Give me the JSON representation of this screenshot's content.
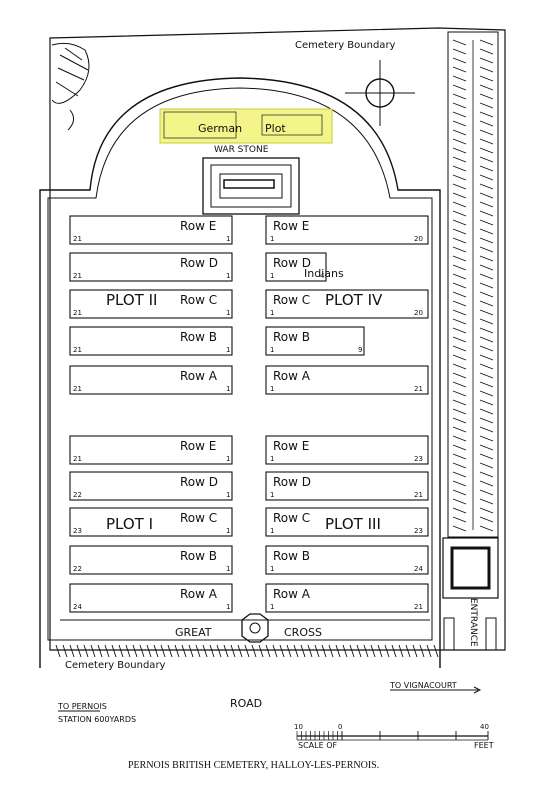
{
  "labels": {
    "cemetery_boundary_top": "Cemetery Boundary",
    "cemetery_boundary_bottom": "Cemetery Boundary",
    "german_word": "German",
    "plot_word": "Plot",
    "war_stone": "WAR STONE",
    "great": "GREAT",
    "cross": "CROSS",
    "entrance": "ENTRANCE",
    "road": "ROAD",
    "to_vignacourt": "TO VIGNACOURT",
    "to_pernois": "TO PERNOIS",
    "station": "STATION 600YARDS",
    "scale_of": "SCALE OF",
    "feet": "FEET",
    "caption": "PERNOIS BRITISH CEMETERY, HALLOY-LES-PERNOIS."
  },
  "scale_numbers": {
    "left": "10",
    "zero": "0",
    "right": "40"
  },
  "plot_names": {
    "plot_ii": "PLOT II",
    "plot_iv": "PLOT IV",
    "plot_i": "PLOT I",
    "plot_iii": "PLOT III",
    "indians": "Indians"
  },
  "rows": {
    "top_left": [
      {
        "label": "Row E",
        "start": "21",
        "end": "1"
      },
      {
        "label": "Row D",
        "start": "21",
        "end": "1"
      },
      {
        "label": "Row C",
        "start": "21",
        "end": "1"
      },
      {
        "label": "Row B",
        "start": "21",
        "end": "1"
      },
      {
        "label": "Row A",
        "start": "21",
        "end": "1"
      }
    ],
    "top_right": [
      {
        "label": "Row E",
        "start": "1",
        "end": "20"
      },
      {
        "label": "Row D",
        "start": "1",
        "end": "4"
      },
      {
        "label": "Row C",
        "start": "1",
        "end": "20"
      },
      {
        "label": "Row B",
        "start": "1",
        "end": "9"
      },
      {
        "label": "Row A",
        "start": "1",
        "end": "21"
      }
    ],
    "bottom_left": [
      {
        "label": "Row E",
        "start": "21",
        "end": "1"
      },
      {
        "label": "Row D",
        "start": "22",
        "end": "1"
      },
      {
        "label": "Row C",
        "start": "23",
        "end": "1"
      },
      {
        "label": "Row B",
        "start": "22",
        "end": "1"
      },
      {
        "label": "Row A",
        "start": "24",
        "end": "1"
      }
    ],
    "bottom_right": [
      {
        "label": "Row E",
        "start": "1",
        "end": "23"
      },
      {
        "label": "Row D",
        "start": "1",
        "end": "21"
      },
      {
        "label": "Row C",
        "start": "1",
        "end": "23"
      },
      {
        "label": "Row B",
        "start": "1",
        "end": "24"
      },
      {
        "label": "Row A",
        "start": "1",
        "end": "21"
      }
    ]
  },
  "colors": {
    "highlight": "#f3f58a",
    "highlight_stroke": "#c9cd33",
    "ink": "#111111"
  }
}
